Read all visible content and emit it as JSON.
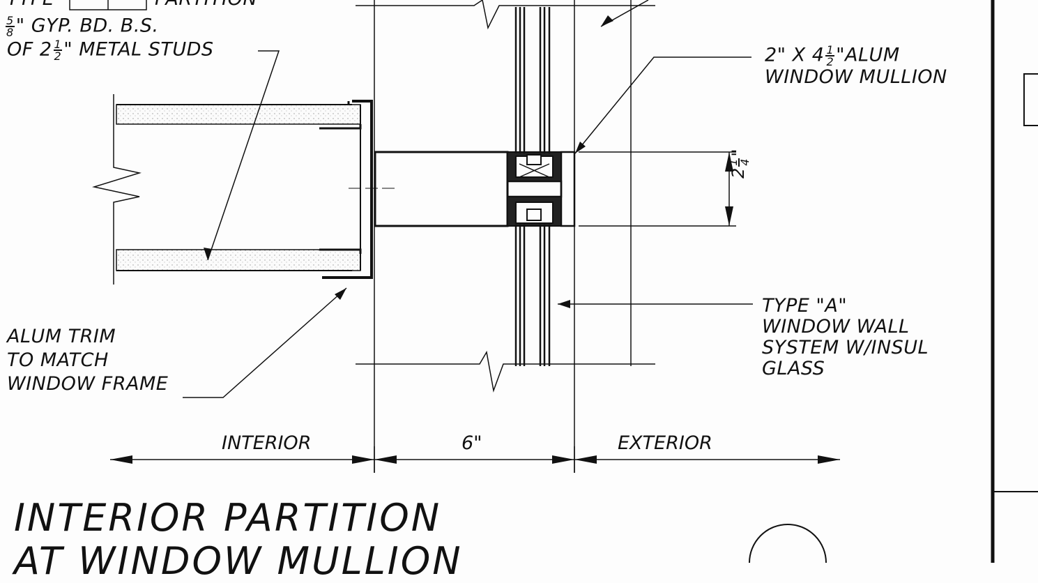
{
  "labels": {
    "partition_type_prefix": "TYPE",
    "partition_type_suffix": "PARTITION",
    "gyp_whole": "",
    "gyp_num": "5",
    "gyp_den": "8",
    "gyp_rest": "\" GYP. BD. B.S.",
    "studs_prefix": "OF 2",
    "studs_num": "1",
    "studs_den": "2",
    "studs_rest": "\" METAL STUDS",
    "mullion_line1_prefix": "2\" X 4",
    "mullion_num": "1",
    "mullion_den": "2",
    "mullion_line1_rest": "\"ALUM",
    "mullion_line2": "WINDOW MULLION",
    "trim_lines": [
      "ALUM TRIM",
      "TO MATCH",
      "WINDOW FRAME"
    ],
    "window_wall_lines": [
      "TYPE \"A\"",
      "WINDOW WALL",
      "SYSTEM W/INSUL",
      "GLASS"
    ]
  },
  "dimensions": {
    "interior": "INTERIOR",
    "width": "6\"",
    "exterior": "EXTERIOR",
    "mullion_depth_whole": "2",
    "mullion_depth_num": "1",
    "mullion_depth_den": "4",
    "mullion_depth_unit": "\""
  },
  "title": {
    "line1": "INTERIOR PARTITION",
    "line2": "AT WINDOW MULLION"
  }
}
